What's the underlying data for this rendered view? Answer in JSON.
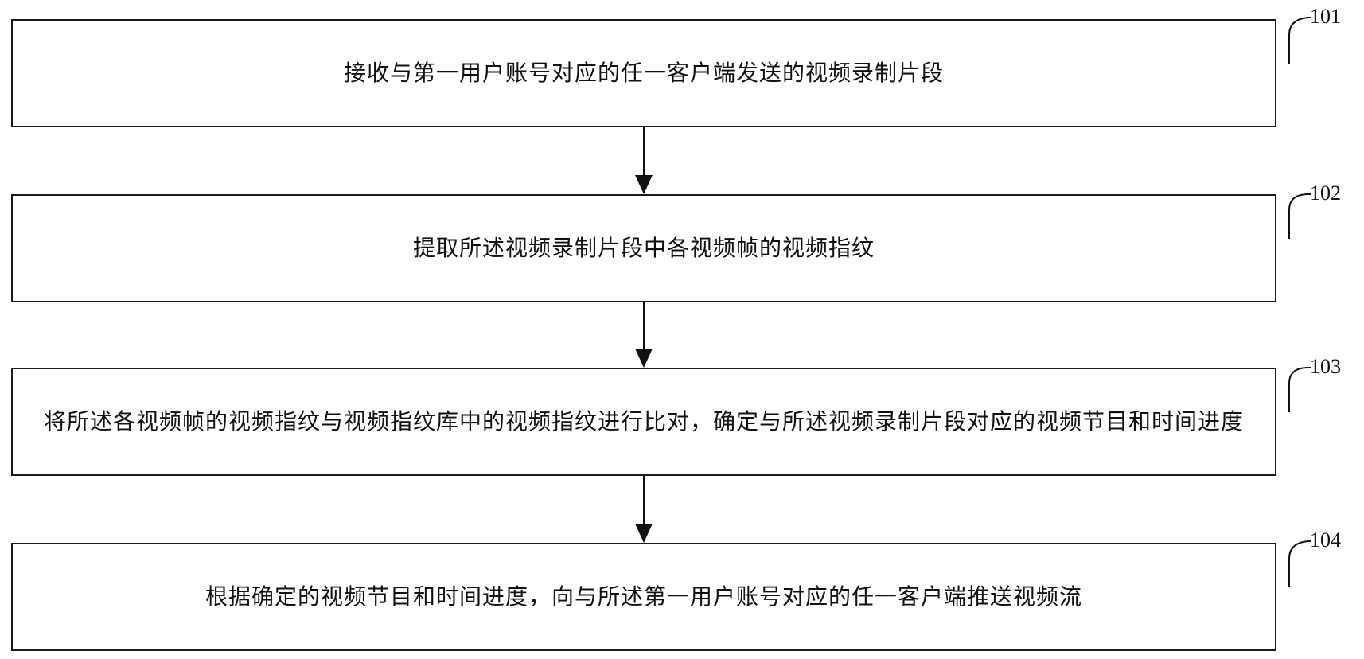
{
  "steps": [
    {
      "id": "101",
      "text": "接收与第一用户账号对应的任一客户端发送的视频录制片段"
    },
    {
      "id": "102",
      "text": "提取所述视频录制片段中各视频帧的视频指纹"
    },
    {
      "id": "103",
      "text": "将所述各视频帧的视频指纹与视频指纹库中的视频指纹进行比对，确定与所述视频录制片段对应的视频节目和时间进度"
    },
    {
      "id": "104",
      "text": "根据确定的视频节目和时间进度，向与所述第一用户账号对应的任一客户端推送视频流"
    }
  ]
}
